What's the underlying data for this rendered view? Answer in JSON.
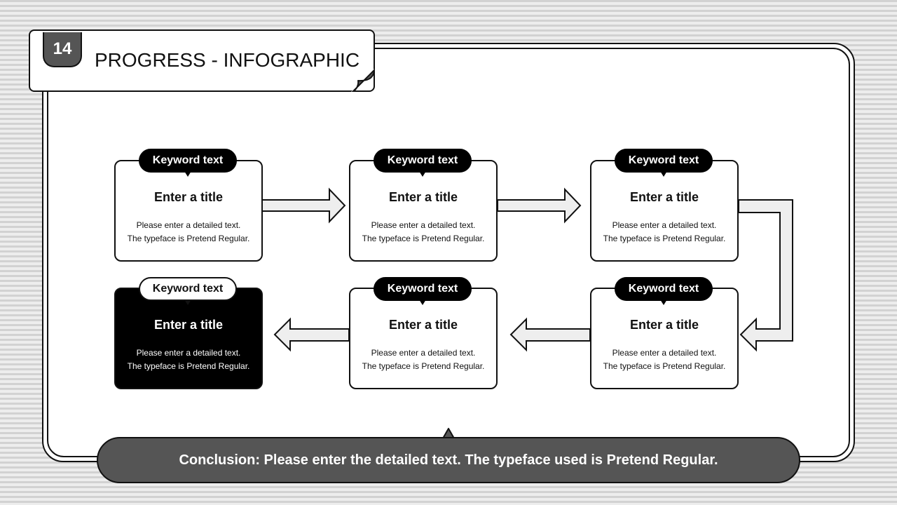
{
  "slide": {
    "number": "14",
    "title": "PROGRESS - INFOGRAPHIC"
  },
  "steps": [
    {
      "keyword": "Keyword text",
      "title": "Enter a title",
      "line1": "Please enter a detailed text.",
      "line2": "The typeface is Pretend Regular."
    },
    {
      "keyword": "Keyword text",
      "title": "Enter a title",
      "line1": "Please enter a detailed text.",
      "line2": "The typeface is Pretend Regular."
    },
    {
      "keyword": "Keyword text",
      "title": "Enter a title",
      "line1": "Please enter a detailed text.",
      "line2": "The typeface is Pretend Regular."
    },
    {
      "keyword": "Keyword text",
      "title": "Enter a title",
      "line1": "Please enter a detailed text.",
      "line2": "The typeface is Pretend Regular."
    },
    {
      "keyword": "Keyword text",
      "title": "Enter a title",
      "line1": "Please enter a detailed text.",
      "line2": "The typeface is Pretend Regular."
    },
    {
      "keyword": "Keyword text",
      "title": "Enter a title",
      "line1": "Please enter a detailed text.",
      "line2": "The typeface is Pretend Regular."
    }
  ],
  "conclusion": "Conclusion: Please enter the detailed text. The typeface used is Pretend Regular.",
  "colors": {
    "dark": "#000000",
    "accent_gray": "#555555",
    "arrow_fill": "#eeeeee",
    "outline": "#111111"
  }
}
